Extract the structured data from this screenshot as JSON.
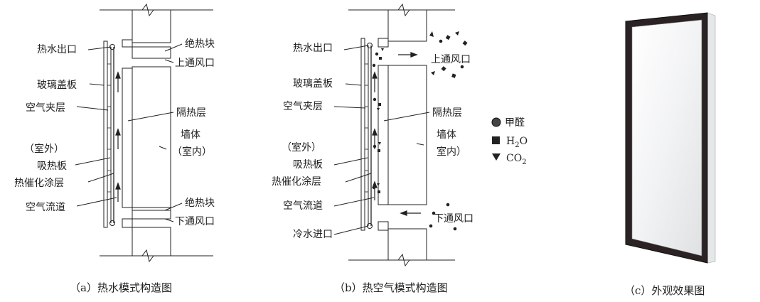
{
  "panel_a": {
    "labels": {
      "hot_water_outlet": "热水出口",
      "glass_cover": "玻璃盖板",
      "air_interlayer": "空气夹层",
      "outdoor": "（室外）",
      "absorber_plate": "吸热板",
      "catalytic_coating": "热催化涂层",
      "air_channel": "空气流道",
      "insulation_block_top": "绝热块",
      "upper_vent": "上通风口",
      "insulation_layer": "隔热层",
      "wall": "墙体",
      "indoor": "（室内）",
      "insulation_block_bottom": "绝热块",
      "lower_vent": "下通风口"
    },
    "caption": "（a）热水模式构造图"
  },
  "panel_b": {
    "labels": {
      "hot_water_outlet": "热水出口",
      "glass_cover": "玻璃盖板",
      "air_interlayer": "空气夹层",
      "outdoor": "（室外）",
      "absorber_plate": "吸热板",
      "catalytic_coating": "热催化涂层",
      "air_channel": "空气流道",
      "cold_water_inlet": "冷水进口",
      "upper_vent": "上通风口",
      "insulation_layer": "隔热层",
      "wall": "墙体",
      "indoor": "室内）",
      "lower_vent": "下通风口"
    },
    "caption": "（b）热空气模式构造图"
  },
  "legend": {
    "formaldehyde": "甲醛",
    "h2o_main": "H",
    "h2o_sub": "2",
    "h2o_tail": "O",
    "co2_main": "CO",
    "co2_sub": "2"
  },
  "panel_c": {
    "caption": "（c）外观效果图"
  }
}
